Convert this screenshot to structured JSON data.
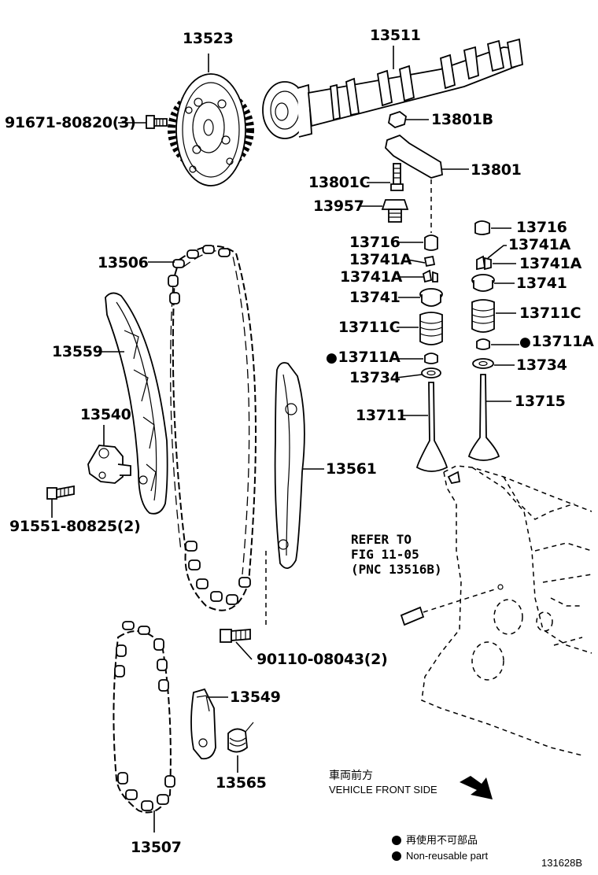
{
  "labels": {
    "p13523": "13523",
    "p13511": "13511",
    "p91671": "91671-80820(3)",
    "p13801B": "13801B",
    "p13801": "13801",
    "p13801C": "13801C",
    "p13957": "13957",
    "p13716_l": "13716",
    "p13716_r": "13716",
    "p13741A_r1": "13741A",
    "p13741A_l1": "13741A",
    "p13741A_r2": "13741A",
    "p13741A_l2": "13741A",
    "p13741_l": "13741",
    "p13741_r": "13741",
    "p13711C_l": "13711C",
    "p13711C_r": "13711C",
    "p13711A_l": "13711A",
    "p13711A_r": "13711A",
    "p13734_l": "13734",
    "p13734_r": "13734",
    "p13711": "13711",
    "p13715": "13715",
    "p13506": "13506",
    "p13559": "13559",
    "p13540": "13540",
    "p91551": "91551-80825(2)",
    "p13561": "13561",
    "p90110": "90110-08043(2)",
    "p13549": "13549",
    "p13565": "13565",
    "p13507": "13507"
  },
  "refer": {
    "line1": "REFER TO",
    "line2": "FIG 11-05",
    "line3": "(PNC 13516B)"
  },
  "front": {
    "jp": "車両前方",
    "en": "VEHICLE FRONT SIDE"
  },
  "legend": {
    "jp": "再使用不可部品",
    "en": "Non-reusable part"
  },
  "figure_id": "131628B"
}
